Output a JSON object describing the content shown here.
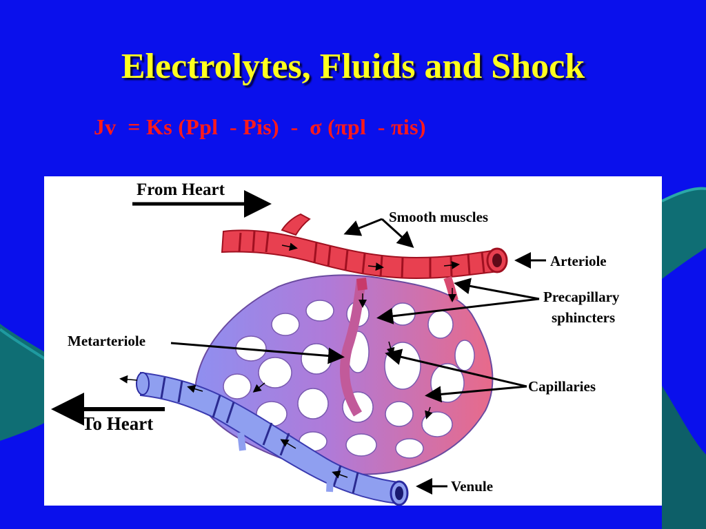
{
  "slide": {
    "title": "Electrolytes, Fluids and Shock",
    "formula": "Jv  = Ks (Ppl  - Pis)  -  σ (πpl  - πis)"
  },
  "colors": {
    "background": "#0a10ec",
    "title": "#ffff1f",
    "formula": "#ff1a1a",
    "arteriole": "#e84050",
    "venule": "#8f9ff0",
    "accent_wave": "#0f6e74"
  },
  "diagram": {
    "labels": {
      "from_heart": "From Heart",
      "to_heart": "To Heart",
      "smooth_muscles": "Smooth muscles",
      "arteriole": "Arteriole",
      "precapillary_line1": "Precapillary",
      "precapillary_line2": "sphincters",
      "metarteriole": "Metarteriole",
      "capillaries": "Capillaries",
      "venule": "Venule"
    }
  }
}
